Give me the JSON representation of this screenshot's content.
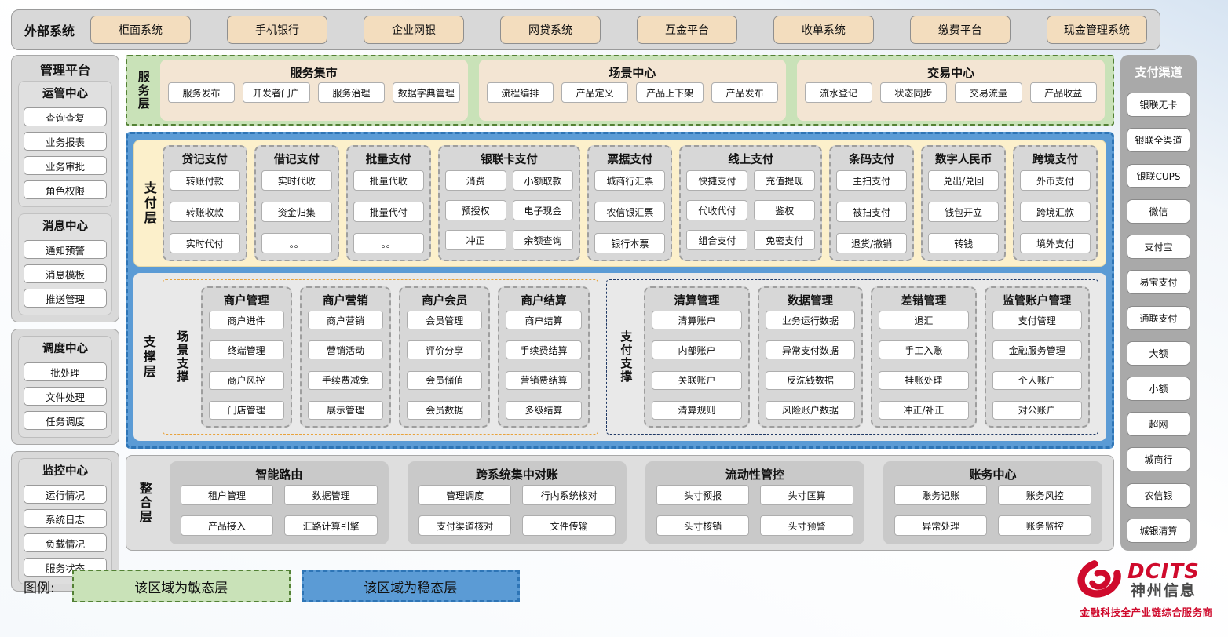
{
  "external": {
    "label": "外部系统",
    "items": [
      "柜面系统",
      "手机银行",
      "企业网银",
      "网贷系统",
      "互金平台",
      "收单系统",
      "缴费平台",
      "现金管理系统"
    ]
  },
  "management": {
    "title": "管理平台",
    "groups": [
      {
        "title": "运管中心",
        "items": [
          "查询查复",
          "业务报表",
          "业务审批",
          "角色权限"
        ]
      },
      {
        "title": "消息中心",
        "items": [
          "通知预警",
          "消息模板",
          "推送管理"
        ]
      },
      {
        "title": "调度中心",
        "items": [
          "批处理",
          "文件处理",
          "任务调度"
        ]
      },
      {
        "title": "监控中心",
        "items": [
          "运行情况",
          "系统日志",
          "负载情况",
          "服务状态"
        ]
      }
    ]
  },
  "service_layer": {
    "label": "服务层",
    "panels": [
      {
        "title": "服务集市",
        "items": [
          "服务发布",
          "开发者门户",
          "服务治理",
          "数据字典管理"
        ]
      },
      {
        "title": "场景中心",
        "items": [
          "流程编排",
          "产品定义",
          "产品上下架",
          "产品发布"
        ]
      },
      {
        "title": "交易中心",
        "items": [
          "流水登记",
          "状态同步",
          "交易流量",
          "产品收益"
        ]
      }
    ]
  },
  "payment_layer": {
    "label": "支付层",
    "columns": [
      {
        "title": "贷记支付",
        "items": [
          "转账付款",
          "转账收款",
          "实时代付"
        ]
      },
      {
        "title": "借记支付",
        "items": [
          "实时代收",
          "资金归集",
          "。。"
        ]
      },
      {
        "title": "批量支付",
        "items": [
          "批量代收",
          "批量代付",
          "。。"
        ]
      },
      {
        "title": "银联卡支付",
        "items": [
          "消费",
          "小额取款",
          "预授权",
          "电子现金",
          "冲正",
          "余额查询"
        ]
      },
      {
        "title": "票据支付",
        "items": [
          "城商行汇票",
          "农信银汇票",
          "银行本票"
        ]
      },
      {
        "title": "线上支付",
        "items": [
          "快捷支付",
          "充值提现",
          "代收代付",
          "鉴权",
          "组合支付",
          "免密支付"
        ]
      },
      {
        "title": "条码支付",
        "items": [
          "主扫支付",
          "被扫支付",
          "退货/撤销"
        ]
      },
      {
        "title": "数字人民币",
        "items": [
          "兑出/兑回",
          "钱包开立",
          "转钱"
        ]
      },
      {
        "title": "跨境支付",
        "items": [
          "外币支付",
          "跨境汇款",
          "境外支付"
        ]
      }
    ]
  },
  "support_layer": {
    "label": "支撑层",
    "sections": [
      {
        "label": "场景支撑",
        "columns": [
          {
            "title": "商户管理",
            "items": [
              "商户进件",
              "终端管理",
              "商户风控",
              "门店管理"
            ]
          },
          {
            "title": "商户营销",
            "items": [
              "商户营销",
              "营销活动",
              "手续费减免",
              "展示管理"
            ]
          },
          {
            "title": "商户会员",
            "items": [
              "会员管理",
              "评价分享",
              "会员储值",
              "会员数据"
            ]
          },
          {
            "title": "商户结算",
            "items": [
              "商户结算",
              "手续费结算",
              "营销费结算",
              "多级结算"
            ]
          }
        ]
      },
      {
        "label": "支付支撑",
        "columns": [
          {
            "title": "清算管理",
            "items": [
              "清算账户",
              "内部账户",
              "关联账户",
              "清算规则"
            ]
          },
          {
            "title": "数据管理",
            "items": [
              "业务运行数据",
              "异常支付数据",
              "反洗钱数据",
              "风险账户数据"
            ]
          },
          {
            "title": "差错管理",
            "items": [
              "退汇",
              "手工入账",
              "挂账处理",
              "冲正/补正"
            ]
          },
          {
            "title": "监管账户管理",
            "items": [
              "支付管理",
              "金融服务管理",
              "个人账户",
              "对公账户"
            ]
          }
        ]
      }
    ]
  },
  "integration_layer": {
    "label": "整合层",
    "panels": [
      {
        "title": "智能路由",
        "items": [
          "租户管理",
          "数据管理",
          "产品接入",
          "汇路计算引擎"
        ]
      },
      {
        "title": "跨系统集中对账",
        "items": [
          "管理调度",
          "行内系统核对",
          "支付渠道核对",
          "文件传输"
        ]
      },
      {
        "title": "流动性管控",
        "items": [
          "头寸预报",
          "头寸匡算",
          "头寸核销",
          "头寸预警"
        ]
      },
      {
        "title": "账务中心",
        "items": [
          "账务记账",
          "账务风控",
          "异常处理",
          "账务监控"
        ]
      }
    ]
  },
  "channels": {
    "title": "支付渠道",
    "items": [
      "银联无卡",
      "银联全渠道",
      "银联CUPS",
      "微信",
      "支付宝",
      "易宝支付",
      "通联支付",
      "大额",
      "小额",
      "超网",
      "城商行",
      "农信银",
      "城银清算"
    ]
  },
  "legend": {
    "label": "图例:",
    "agile": "该区域为敏态层",
    "stable": "该区域为稳态层"
  },
  "logo": {
    "brand": "DCITS",
    "name": "神州信息",
    "tagline": "金融科技全产业链综合服务商"
  },
  "colors": {
    "agile_green": "#c9e2b8",
    "agile_border": "#538135",
    "stable_blue": "#5b9bd5",
    "stable_border": "#2e75b6",
    "tan": "#f3ddbe",
    "panel_tan": "#f3e5d3",
    "yellow": "#fcf0cb",
    "gray": "#d7d7d7",
    "brand_red": "#cf0a2c"
  }
}
